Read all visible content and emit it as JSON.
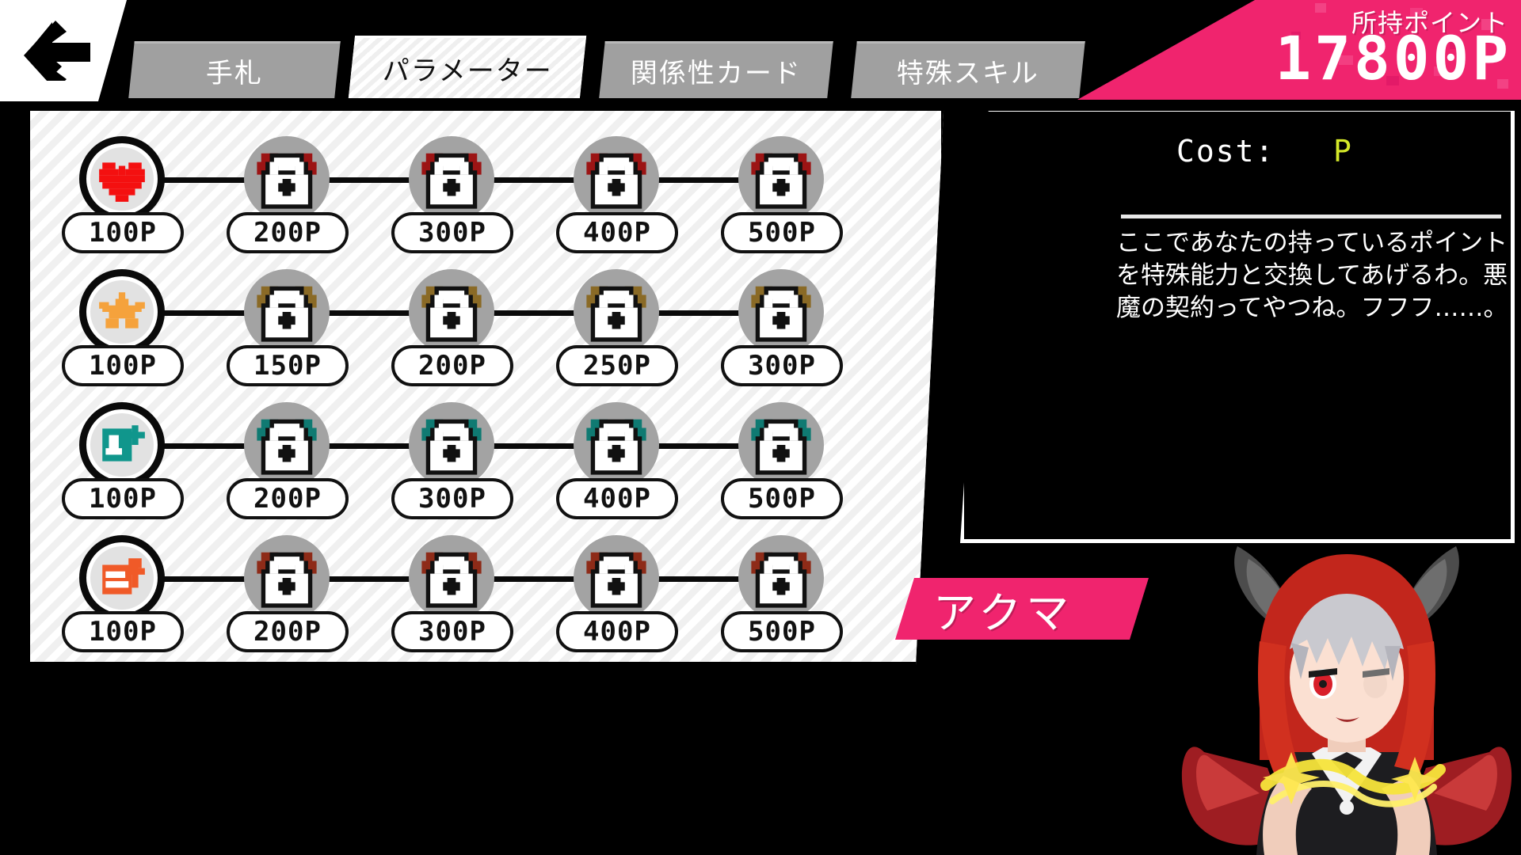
{
  "header": {
    "back_icon": "back-arrow-icon",
    "points_label": "所持ポイント",
    "points_value": "17800P",
    "accent_color": "#f0246e"
  },
  "tabs": [
    {
      "label": "手札",
      "active": false
    },
    {
      "label": "パラメーター",
      "active": true
    },
    {
      "label": "関係性カード",
      "active": false
    },
    {
      "label": "特殊スキル",
      "active": false
    }
  ],
  "info": {
    "cost_label": "Cost:",
    "cost_value": "P",
    "cost_color": "#d4e829",
    "description": "ここであなたの持っているポイントを特殊能力と交換してあげるわ。悪魔の契約ってやつね。フフフ……。"
  },
  "character": {
    "name": "アクマ",
    "name_tag_color": "#f0246e"
  },
  "skill_tree": {
    "rows": [
      {
        "id": "hp-row",
        "icon": "heart-icon",
        "icon_color": "#f41010",
        "lock_accent": "#9c1414",
        "nodes": [
          {
            "state": "unlocked",
            "price": "100P"
          },
          {
            "state": "locked",
            "price": "200P"
          },
          {
            "state": "locked",
            "price": "300P"
          },
          {
            "state": "locked",
            "price": "400P"
          },
          {
            "state": "locked",
            "price": "500P"
          }
        ]
      },
      {
        "id": "star-row",
        "icon": "star-icon",
        "icon_color": "#f5a23c",
        "lock_accent": "#8a6a26",
        "nodes": [
          {
            "state": "unlocked",
            "price": "100P"
          },
          {
            "state": "locked",
            "price": "150P"
          },
          {
            "state": "locked",
            "price": "200P"
          },
          {
            "state": "locked",
            "price": "250P"
          },
          {
            "state": "locked",
            "price": "300P"
          }
        ]
      },
      {
        "id": "heal-row",
        "icon": "heal-plus-icon",
        "icon_color": "#10968c",
        "lock_accent": "#0f7a72",
        "nodes": [
          {
            "state": "unlocked",
            "price": "100P"
          },
          {
            "state": "locked",
            "price": "200P"
          },
          {
            "state": "locked",
            "price": "300P"
          },
          {
            "state": "locked",
            "price": "400P"
          },
          {
            "state": "locked",
            "price": "500P"
          }
        ]
      },
      {
        "id": "power-row",
        "icon": "power-up-icon",
        "icon_color": "#f05a28",
        "lock_accent": "#8e2b18",
        "nodes": [
          {
            "state": "unlocked",
            "price": "100P"
          },
          {
            "state": "locked",
            "price": "200P"
          },
          {
            "state": "locked",
            "price": "300P"
          },
          {
            "state": "locked",
            "price": "400P"
          },
          {
            "state": "locked",
            "price": "500P"
          }
        ]
      }
    ]
  }
}
